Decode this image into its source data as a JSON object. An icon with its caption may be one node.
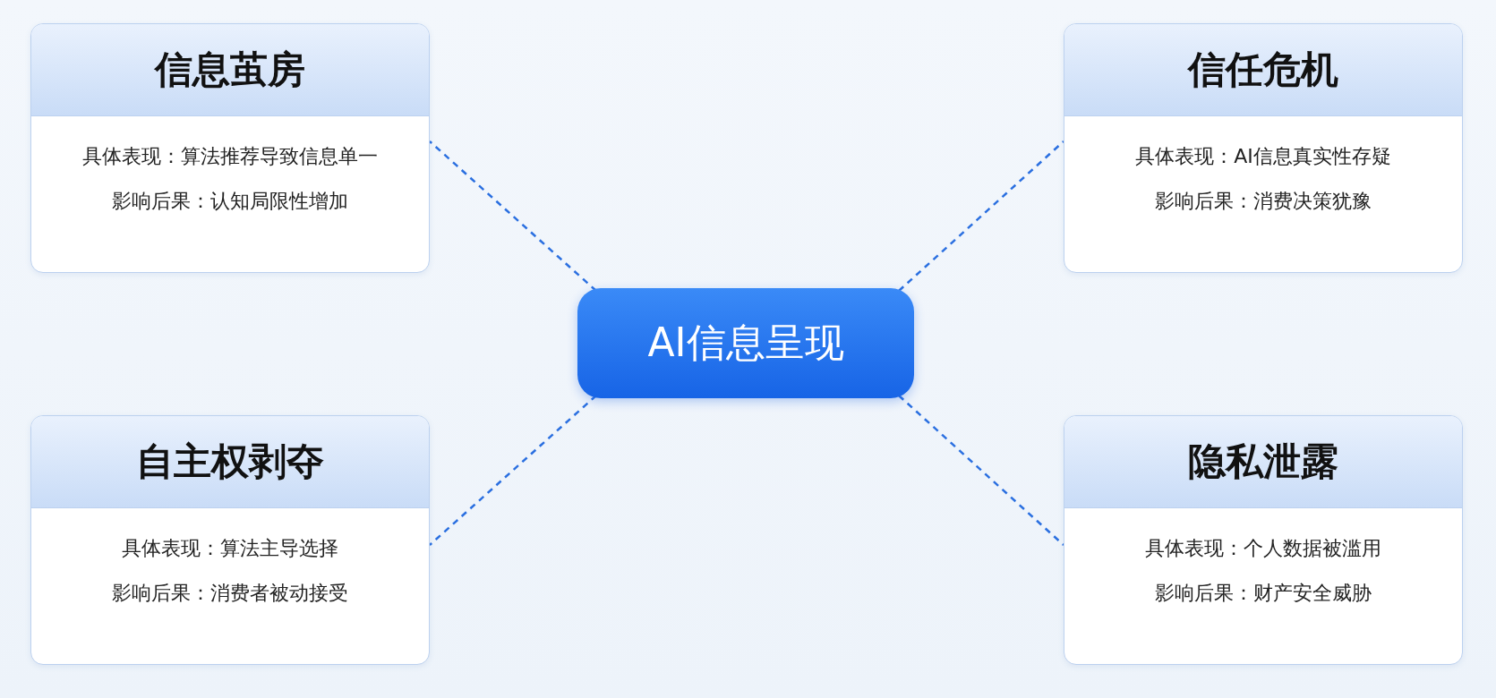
{
  "diagram": {
    "nodes": [
      {
        "text": [
          "信息茧房",
          "具体表现：算法推荐导致信息单一",
          "影响后果：认知局限性增加"
        ]
      },
      {
        "text": [
          "信任危机",
          "具体表现：AI信息真实性存疑",
          "影响后果：消费决策犹豫"
        ]
      },
      {
        "text": [
          "AI信息呈现"
        ]
      },
      {
        "text": [
          "自主权剥夺",
          "具体表现：算法主导选择",
          "影响后果：消费者被动接受"
        ]
      },
      {
        "text": [
          "隐私泄露",
          "具体表现：个人数据被滥用",
          "影响后果：财产安全威胁"
        ]
      }
    ],
    "edges": [
      {
        "from": 2,
        "to": 0,
        "arrow": "none",
        "style": "dashed"
      },
      {
        "from": 2,
        "to": 1,
        "arrow": "none",
        "style": "dashed"
      },
      {
        "from": 2,
        "to": 3,
        "arrow": "none",
        "style": "dashed"
      },
      {
        "from": 2,
        "to": 4,
        "arrow": "none",
        "style": "dashed"
      }
    ]
  }
}
